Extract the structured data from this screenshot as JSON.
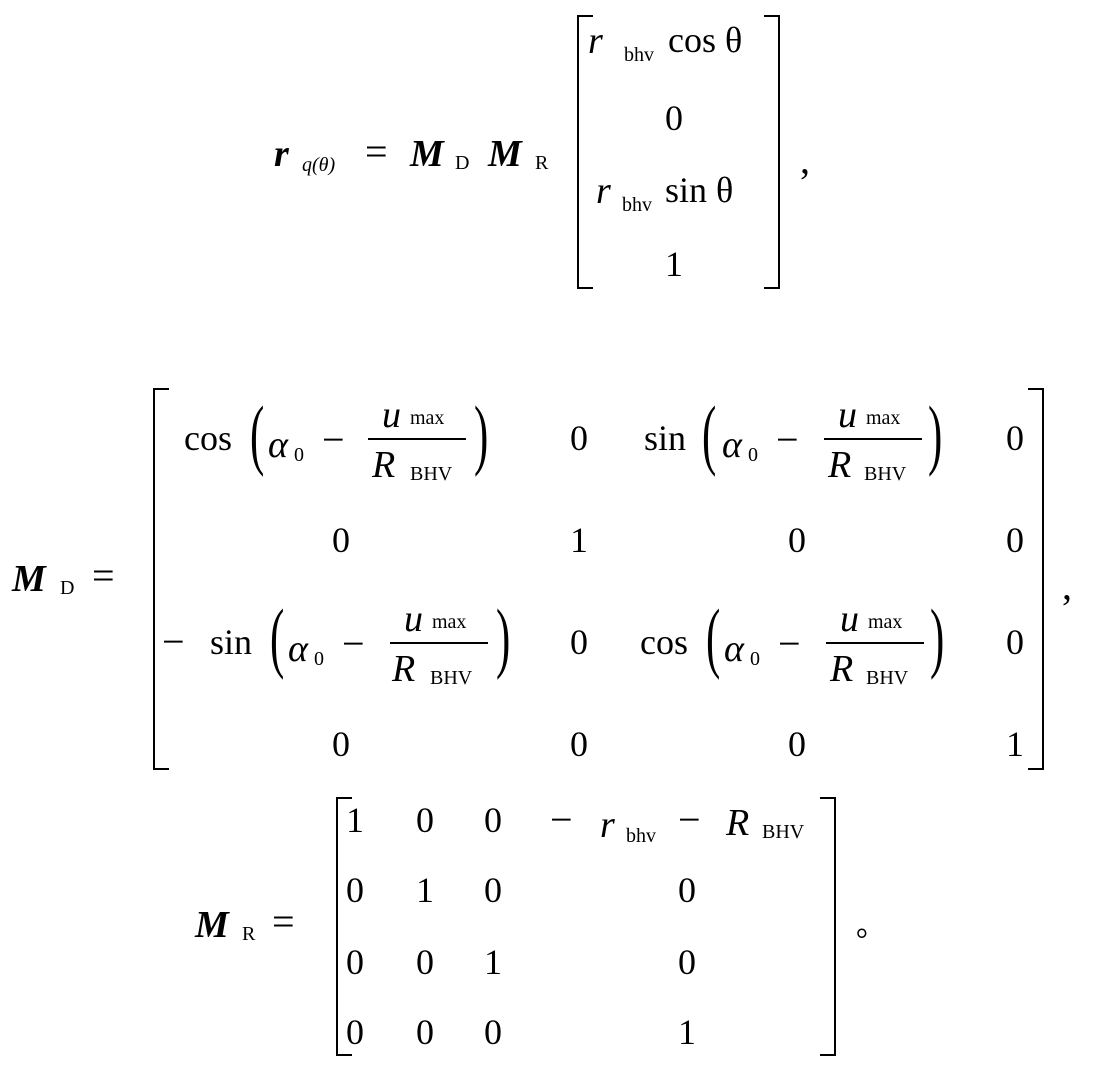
{
  "eq1": {
    "lhs": "r",
    "lhs_sub": "q(θ)",
    "equals": "=",
    "m_symbol": "M",
    "sub_D": "D",
    "sub_R": "R",
    "rows": [
      {
        "var": "r",
        "sub": "bhv",
        "fn": "cos θ"
      },
      {
        "val": "0"
      },
      {
        "var": "r",
        "sub": "bhv",
        "fn": "sin θ"
      },
      {
        "val": "1"
      }
    ],
    "trail": ","
  },
  "eq2": {
    "lhs": "M",
    "lhs_sub": "D",
    "equals": "=",
    "cos": "cos",
    "sin": "sin",
    "minus": "−",
    "alpha": "α",
    "alpha_sub": "0",
    "u": "u",
    "u_sub": "max",
    "R": "R",
    "R_sub": "BHV",
    "zero": "0",
    "one": "1",
    "trail": ","
  },
  "eq3": {
    "lhs": "M",
    "lhs_sub": "R",
    "equals": "=",
    "rows": [
      [
        "1",
        "0",
        "0"
      ],
      [
        "0",
        "1",
        "0"
      ],
      [
        "0",
        "0",
        "1"
      ],
      [
        "0",
        "0",
        "0"
      ]
    ],
    "col4": [
      "",
      "0",
      "0",
      "1"
    ],
    "col4_r": "r",
    "col4_r_sub": "bhv",
    "col4_R": "R",
    "col4_R_sub": "BHV",
    "minus": "−",
    "trail": "。"
  }
}
